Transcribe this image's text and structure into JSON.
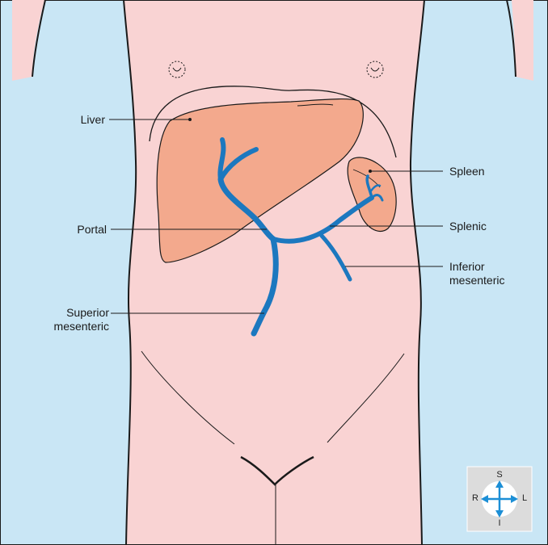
{
  "colors": {
    "background": "#c9e6f5",
    "skin": "#f9d3d3",
    "organ": "#f3a98d",
    "vein": "#1c78bf",
    "compass_box": "#dcdcdc",
    "arrow": "#1c8fd6"
  },
  "labels": {
    "liver": "Liver",
    "portal": "Portal",
    "superior_mesenteric": "Superior\nmesenteric",
    "spleen": "Spleen",
    "splenic": "Splenic",
    "inferior_mesenteric": "Inferior\nmesenteric"
  },
  "compass": {
    "superior": "S",
    "inferior": "I",
    "right": "R",
    "left": "L"
  }
}
